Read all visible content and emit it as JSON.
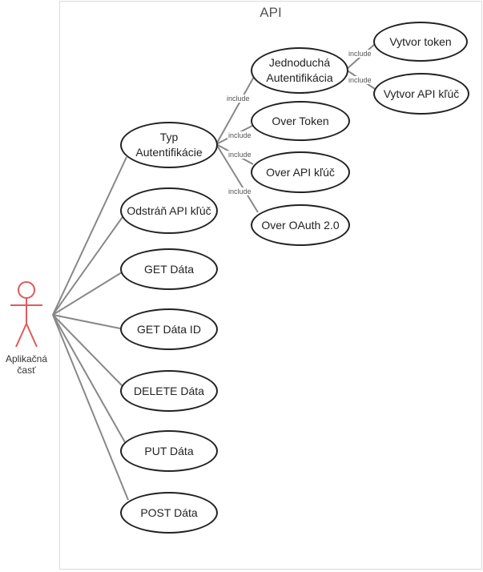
{
  "system": {
    "title": "API"
  },
  "actor": {
    "label": "Aplikačná časť",
    "color": "#e05a5a"
  },
  "use_cases": {
    "typ_autentifikacie": "Typ Autentifikácie",
    "odstran_api_kluc": "Odstráň API kľúč",
    "get_data": "GET Dáta",
    "get_data_id": "GET Dáta ID",
    "delete_data": "DELETE Dáta",
    "put_data": "PUT Dáta",
    "post_data": "POST Dáta",
    "jednoducha_autentifikacia": "Jednoduchá Autentifikácia",
    "over_token": "Over Token",
    "over_api_kluc": "Over API kľúč",
    "over_oauth": "Over OAuth 2.0",
    "vytvor_token": "Vytvor token",
    "vytvor_api_kluc": "Vytvor API kľúč"
  },
  "relations": {
    "include_label": "include"
  }
}
